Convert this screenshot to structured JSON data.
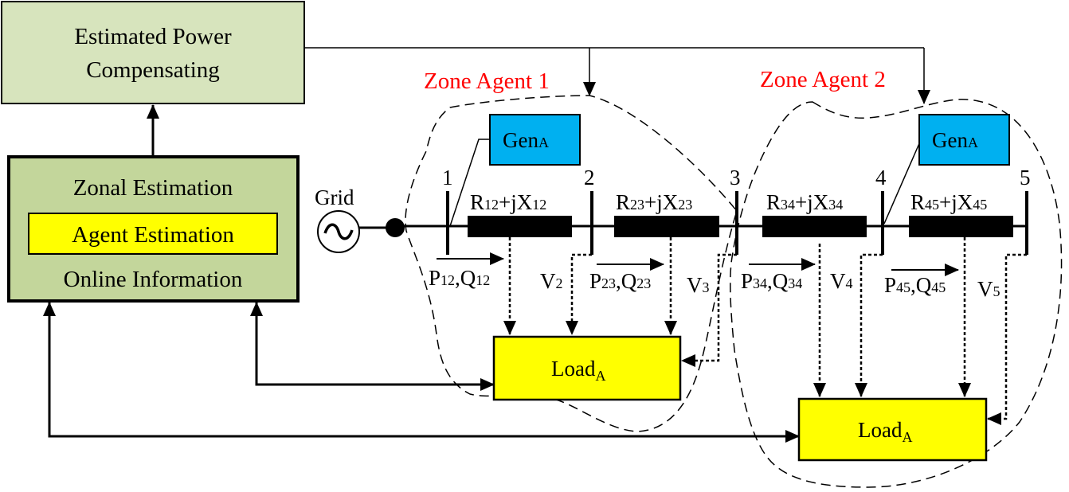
{
  "colors": {
    "compensating_box": "#d7e4bd",
    "zonal_box": "#c3d69b",
    "agent_box": "#ffff00",
    "gen_box": "#00b0f0",
    "load_box": "#ffff00",
    "zone_label": "#ff0000"
  },
  "blocks": {
    "compensating": {
      "line1": "Estimated Power",
      "line2": "Compensating"
    },
    "zonal": {
      "title": "Zonal Estimation",
      "agent": "Agent Estimation",
      "info": "Online Information"
    }
  },
  "grid": {
    "label": "Grid"
  },
  "zones": [
    {
      "label": "Zone Agent 1",
      "gen": {
        "base": "Gen",
        "sub": "A"
      },
      "load": {
        "base": "Load",
        "sub": "A"
      }
    },
    {
      "label": "Zone Agent 2",
      "gen": {
        "base": "Gen",
        "sub": "A"
      },
      "load": {
        "base": "Load",
        "sub": "A"
      }
    }
  ],
  "buses": [
    "1",
    "2",
    "3",
    "4",
    "5"
  ],
  "lines": [
    {
      "r": "R",
      "rs": "12",
      "mid": "+jX",
      "xs": "12",
      "p": "P",
      "ps": "12",
      "q": ",Q",
      "qs": "12"
    },
    {
      "r": "R",
      "rs": "23",
      "mid": "+jX",
      "xs": "23",
      "p": "P",
      "ps": "23",
      "q": ",Q",
      "qs": "23"
    },
    {
      "r": "R",
      "rs": "34",
      "mid": "+jX",
      "xs": "34",
      "p": "P",
      "ps": "34",
      "q": ",Q",
      "qs": "34"
    },
    {
      "r": "R",
      "rs": "45",
      "mid": "+jX",
      "xs": "45",
      "p": "P",
      "ps": "45",
      "q": ",Q",
      "qs": "45"
    }
  ],
  "voltages": [
    {
      "base": "V",
      "sub": "2"
    },
    {
      "base": "V",
      "sub": "3"
    },
    {
      "base": "V",
      "sub": "4"
    },
    {
      "base": "V",
      "sub": "5"
    }
  ]
}
